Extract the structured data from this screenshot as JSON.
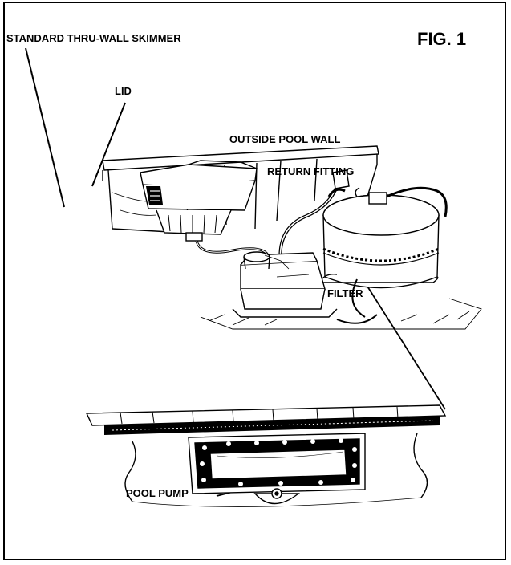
{
  "figure": {
    "number": "FIG. 1"
  },
  "labels": {
    "skimmer": "STANDARD THRU-WALL SKIMMER",
    "lid": "LID",
    "outside_wall": "OUTSIDE POOL WALL",
    "return_fitting": "RETURN FITTING",
    "filter": "FILTER",
    "pool_pump": "POOL PUMP"
  },
  "colors": {
    "ink": "#000000",
    "paper": "#ffffff"
  }
}
